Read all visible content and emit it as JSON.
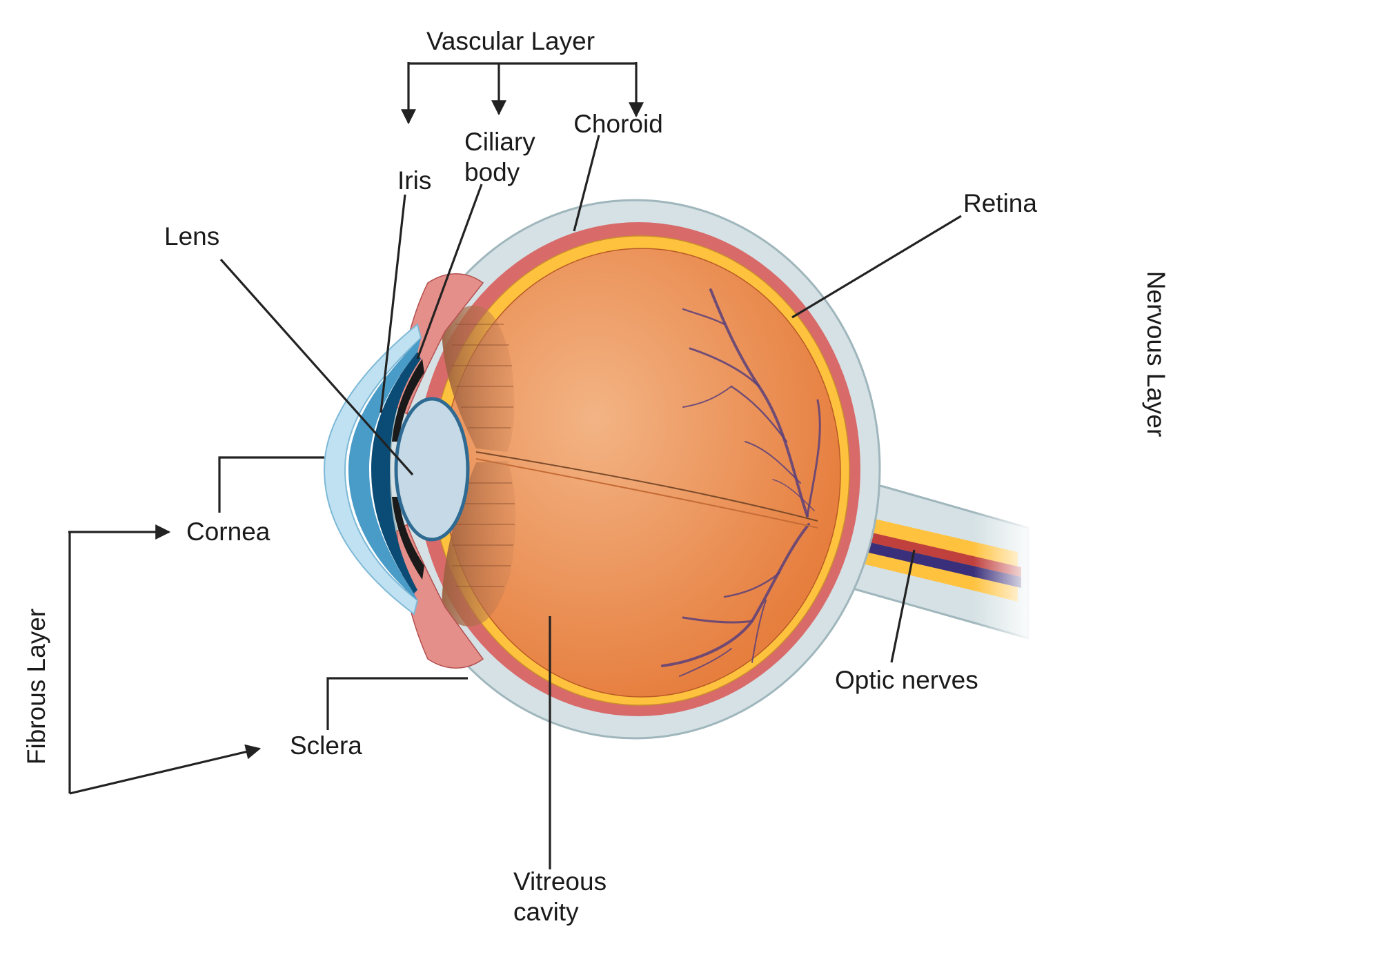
{
  "labels": {
    "vascular_layer": "Vascular Layer",
    "choroid": "Choroid",
    "ciliary_body_line1": "Ciliary",
    "ciliary_body_line2": "body",
    "iris": "Iris",
    "lens": "Lens",
    "retina": "Retina",
    "nervous_layer": "Nervous Layer",
    "cornea": "Cornea",
    "fibrous_layer": "Fibrous Layer",
    "sclera": "Sclera",
    "vitreous_cavity_line1": "Vitreous",
    "vitreous_cavity_line2": "cavity",
    "optic_nerves": "Optic nerves"
  },
  "colors": {
    "sclera": "#d5e1e4",
    "sclera_edge": "#9fb6bc",
    "choroid": "#d86a6a",
    "retina": "#ffc23f",
    "vitreous": "#e67e3e",
    "vitreous_light": "#f3b485",
    "ciliary": "#a56b45",
    "cornea_outer": "#bfe1f1",
    "cornea_mid": "#4a9cc8",
    "iris_dark": "#0a4c75",
    "lens": "#c5d9e6",
    "lens_edge": "#2f6a92",
    "vessel": "#5a3f7a",
    "nerve_purple": "#3a2f7a"
  },
  "icons": {
    "arrow": "arrowhead-icon"
  }
}
